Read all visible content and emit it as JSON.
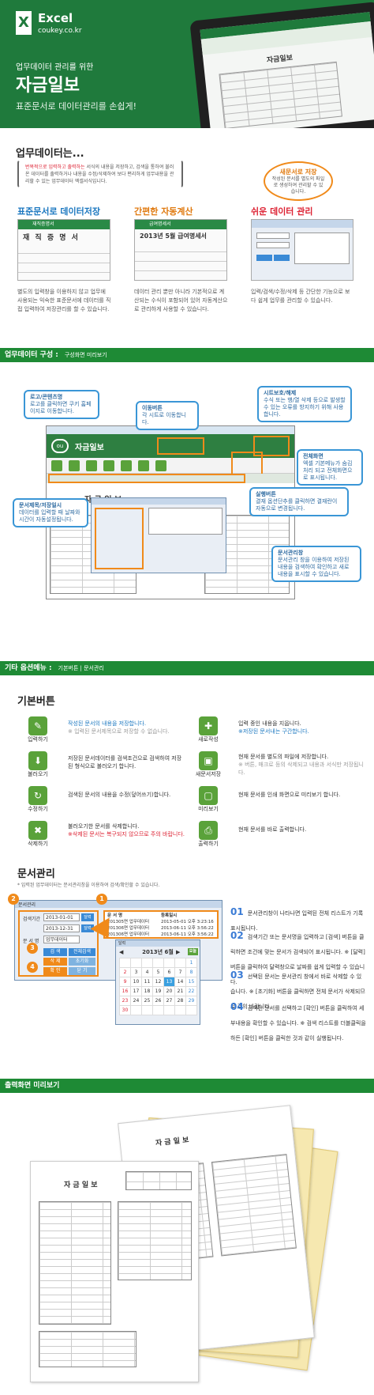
{
  "hero": {
    "brand": "Excel",
    "brand_sub": "coukey.co.kr",
    "logo_letter": "X",
    "lead": "업무데이터 관리를 위한",
    "title": "자금일보",
    "tagline": "표준문서로 데이터관리를 손쉽게!",
    "tablet_title": "자금일보"
  },
  "intro": {
    "heading": "업무데이터는...",
    "text_red": "번복적으로 입력하고 출력하는",
    "text_rest": " 서식의 내용을 저장하고, 검색을 통하여 불러온 데이터를 출력하거나 내용을 수정/삭제하여 보다 편리하게 업무내용을 관리할 수 있는 업무데이터 엑셀서식입니다.",
    "bubble_title": "새문서로 저장",
    "bubble_text": "작성된 문서를 별도의 파일로 생성하여 관리할 수 있습니다."
  },
  "features": [
    {
      "title": "표준문서로 데이터저장",
      "shot_header": "재직증명서",
      "shot_title": "재 직 증 명 서",
      "desc": "별도의 입력창을 이용하지 않고 업무에 사용되는 익숙한 표준문서에 데이터를 직접 입력하여 저장관리를 할 수 있습니다."
    },
    {
      "title": "간편한 자동계산",
      "shot_header": "급여명세서",
      "shot_title": "2013년 5월 급여명세서",
      "desc": "데이터 관리 뿐만 아니라 기본적으로 계산되는 수식이 포함되어 있어 자동계산으로 관리하게 사용할 수 있습니다."
    },
    {
      "title": "쉬운 데이터 관리",
      "desc": "입력/검색/수정/삭제 등 간단한 기능으로 보다 쉽게 업무를 관리할 수 있습니다."
    }
  ],
  "section1": {
    "title": "업무데이터 구성 :",
    "sub": "구성화면 미리보기"
  },
  "config": {
    "app_title": "자금일보",
    "sheet_title": "자 금 일 보",
    "callouts": [
      {
        "title": "로고/콘텐츠명",
        "text": "로고를 클릭하면 쿠키 홈페이지로 이동합니다."
      },
      {
        "title": "이동버튼",
        "text": "각 시트로 이동합니다."
      },
      {
        "title": "시트보호/해제",
        "text": "수식 또는 행/열 삭제 등으로 발생할 수 있는 오류를 방지하기 위해 사용합니다."
      },
      {
        "title": "전체화면",
        "text": "엑셀 기본메뉴가 숨김처리 되고 전체화면으로 표시됩니다."
      },
      {
        "title": "실행버튼",
        "text": "결재 옵션단추를 클릭하면 결재란이 자동으로 변경됩니다."
      },
      {
        "title": "문서제목/저장일시",
        "text": "데이터를 입력할 때 날짜와 시간이 자동설정됩니다."
      },
      {
        "title": "문서관리창",
        "text": "문서관리 창을 이용하여 저장된 내용을 검색하여 확인하고 새로 내용을 표시할 수 있습니다."
      }
    ]
  },
  "section2": {
    "title": "기타 옵션메뉴 :",
    "sub": "기본버튼 | 문서관리"
  },
  "basic_buttons": {
    "heading": "기본버튼",
    "items": [
      {
        "label": "입력하기",
        "icon": "✎",
        "desc": "작성된 문서의 내용을 저장합니다.",
        "note": "※ 입력된 문서제목으로 저장할 수 없습니다."
      },
      {
        "label": "새로작성",
        "icon": "✚",
        "desc": "입력 중인 내용을 지웁니다.",
        "note": "※저장된 문서내는 구간합니다."
      },
      {
        "label": "불러오기",
        "icon": "⬇",
        "desc": "저장된 문서데이터를 검색조건으로 검색하여 저장된 형식으로 불러오기 합니다.",
        "note": ""
      },
      {
        "label": "새문서저장",
        "icon": "▣",
        "desc": "현재 문서를 별도의 파일에 저장합니다.",
        "note": "※ 버튼, 매크로 등의 삭제되고 내용과 서식만 저장됩니다."
      },
      {
        "label": "수정하기",
        "icon": "↻",
        "desc": "검색된 문서의 내용을 수정(덮어쓰기)합니다.",
        "note": ""
      },
      {
        "label": "미리보기",
        "icon": "▢",
        "desc": "현재 문서를 인쇄 화면으로 미리보기 합니다.",
        "note": ""
      },
      {
        "label": "삭제하기",
        "icon": "✖",
        "desc": "불러오기한 문서를 삭제합니다.",
        "note": "※삭제된 문서는 복구되지 않으므로 주의 바랍니다."
      },
      {
        "label": "출력하기",
        "icon": "⎙",
        "desc": "현재 문서를 바로 출력합니다.",
        "note": ""
      }
    ]
  },
  "doc_manage": {
    "heading": "문서관리",
    "subtitle": "* 입력된 업무데이터는 문서관리창을 이용하여 검색/확인할 수 있습니다.",
    "dialog": {
      "title": "문서관리",
      "date_from": "2013-01-01",
      "date_to": "2013-12-31",
      "doc_label": "문 서 명",
      "doc_name": "업무데이터",
      "list_col1": "문 서 명",
      "list_col2": "등록일시",
      "rows": [
        {
          "name": "201305면 업무데이터",
          "date": "2013-05-01 오후 3:23:16"
        },
        {
          "name": "201306면 업무데이터",
          "date": "2013-06-11 오후 3:56:22"
        },
        {
          "name": "201306면 업무데이터",
          "date": "2013-06-11 오후 3:56:22"
        }
      ],
      "btn_search": "검 색",
      "btn_all": "전체검색",
      "btn_delete": "삭 제",
      "btn_init": "초기화",
      "btn_ok": "확 인",
      "btn_close": "닫 기",
      "cal_title": "2013년 6월",
      "cal_today": "오늘"
    },
    "steps": [
      {
        "num": "01",
        "text": "문서관리창이 나타나면 입력된 전체 리스트가 기록표시됩니다."
      },
      {
        "num": "02",
        "text": "검색기간 또는 문서명을 입력하고 [검색] 버튼을 클릭하면 조건에 맞는 문서가 검색되어 표시됩니다. ※ [달력] 버튼을 클릭하여 달력창으로 날짜를 쉽게 입력할 수 있습니다."
      },
      {
        "num": "03",
        "text": "선택된 문서는 문서관리 창에서 바로 삭제할 수 있습니다. ※ [초기화] 버튼을 클릭하면 전체 문서가 삭제되므로 주의 바랍니다."
      },
      {
        "num": "04",
        "text": "검색된 문서를 선택하고 [확인] 버튼을 클릭하여 세부내용을 확인할 수 있습니다. ※ 검색 리스트를 더블클릭을 하든 [확인] 버튼을 클릭한 것과 같이 실행됩니다."
      }
    ]
  },
  "section3": {
    "title": "출력화면 미리보기"
  },
  "print": {
    "doc_title": "자 금 일 보"
  },
  "colors": {
    "green": "#1e8a35",
    "orange": "#f08a1a",
    "blue": "#3a96d6"
  }
}
